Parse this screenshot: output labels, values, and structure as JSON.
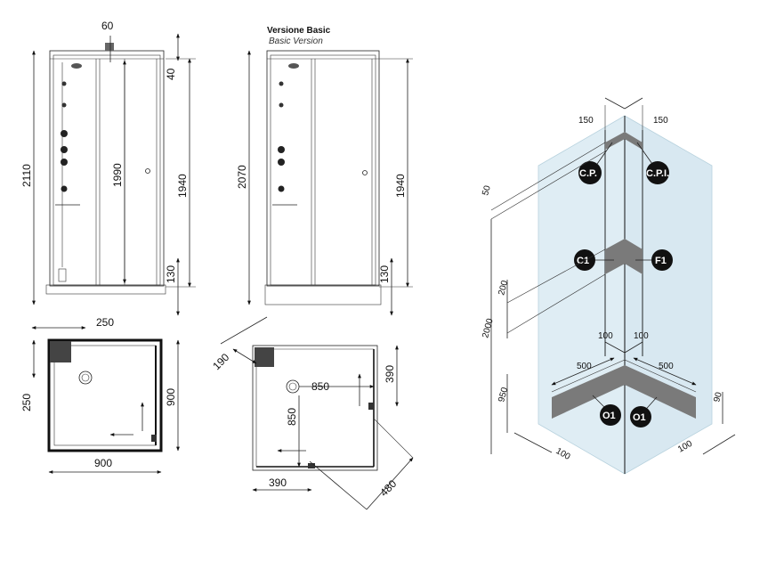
{
  "heading": {
    "line1": "Versione Basic",
    "line2": "Basic Version"
  },
  "colors": {
    "wall": "#dfedf4",
    "wall_edge": "#b8d2de",
    "dark_band": "#7a7a7a",
    "callout_bg": "#111111"
  },
  "front_view": {
    "total_height": "2110",
    "top_offset": "60",
    "top_gap": "40",
    "door_height": "1990",
    "side_height": "1940",
    "base_height": "130"
  },
  "basic_front_view": {
    "total_height": "2070",
    "side_height": "1940",
    "base_height": "130"
  },
  "plan_view": {
    "outlet_offset": "250",
    "outlet_from_side": "250",
    "depth": "900",
    "width": "900"
  },
  "corner_plan_view": {
    "diagonal": "190",
    "width": "850",
    "depth": "850",
    "side_offset": "390",
    "bottom_offset": "390",
    "diagonal_outlet": "480"
  },
  "wall_view": {
    "top_left": "150",
    "top_right": "150",
    "ceiling_gap": "50",
    "supply_span": "200",
    "height": "2000",
    "lower_height": "950",
    "mid_left": "100",
    "mid_right": "100",
    "base_left": "500",
    "base_right": "500",
    "bottom_left": "100",
    "bottom_right": "100",
    "base_height": "90",
    "callouts": {
      "cp": "C.P.",
      "cpl": "C.P.I.",
      "c1": "C1",
      "f1": "F1",
      "o1_left": "O1",
      "o1_right": "O1"
    }
  }
}
